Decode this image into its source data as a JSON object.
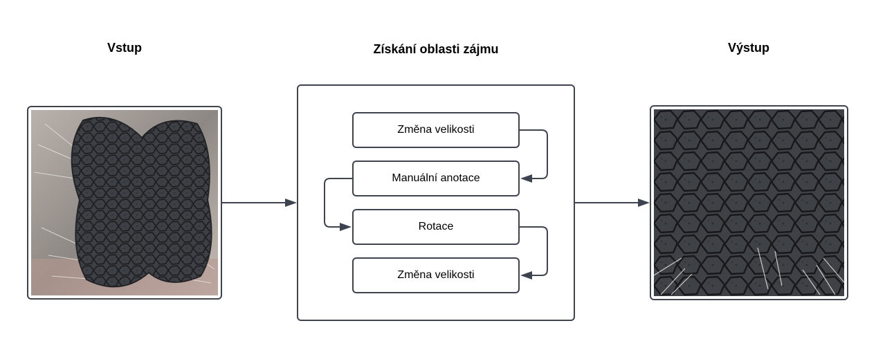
{
  "headings": {
    "input": "Vstup",
    "process": "Získání oblasti zájmu",
    "output": "Výstup"
  },
  "images": {
    "input": "nose-print-photo",
    "output": "nose-print-crop"
  },
  "steps": [
    "Změna velikosti",
    "Manuální anotace",
    "Rotace",
    "Změna velikosti"
  ],
  "colors": {
    "stroke": "#3d4350",
    "background": "#ffffff"
  }
}
